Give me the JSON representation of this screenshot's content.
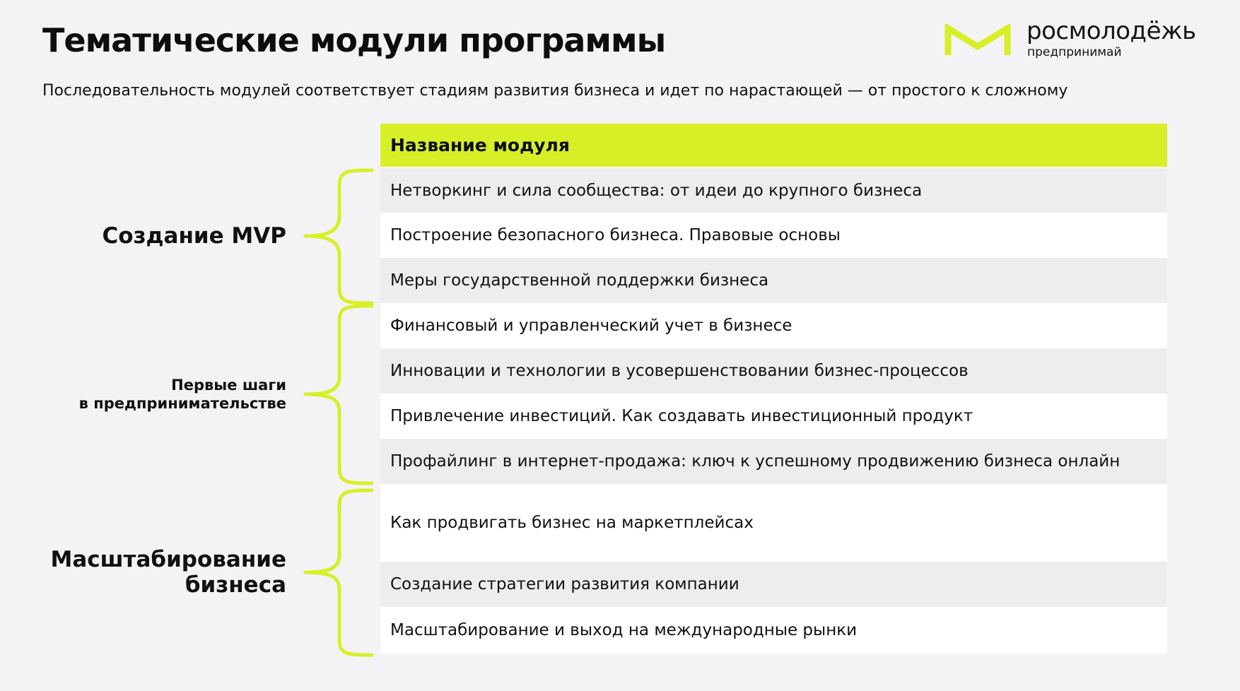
{
  "title": "Тематические модули программы",
  "subtitle": "Последовательность модулей соответствует стадиям развития бизнеса и идет по нарастающей — от простого к сложному",
  "logo": {
    "name": "росмолодёжь",
    "tagline": "предпринимай",
    "mark_color": "#d8ef27"
  },
  "table": {
    "header": "Название модуля",
    "rows": [
      "Нетворкинг и сила сообщества: от идеи до крупного бизнеса",
      "Построение безопасного бизнеса. Правовые основы",
      "Меры государственной поддержки бизнеса",
      "Финансовый и управленческий учет в бизнесе",
      "Инновации и технологии в усовершенствовании бизнес-процессов",
      "Привлечение инвестиций. Как создавать инвестиционный продукт",
      "Профайлинг в интернет-продажа: ключ к успешному продвижению бизнеса онлайн",
      "Как продвигать бизнес на маркетплейсах",
      "Создание стратегии развития компании",
      "Масштабирование и выход на международные рынки"
    ]
  },
  "stages": [
    {
      "label_lines": [
        "Создание MVP"
      ]
    },
    {
      "label_lines": [
        "Первые шаги",
        "в предпринимательстве"
      ]
    },
    {
      "label_lines": [
        "Масштабирование",
        "бизнеса"
      ]
    }
  ],
  "colors": {
    "accent": "#d8ef27",
    "background": "#f3f3f5",
    "row_alt": "#ededef",
    "row": "#ffffff"
  }
}
